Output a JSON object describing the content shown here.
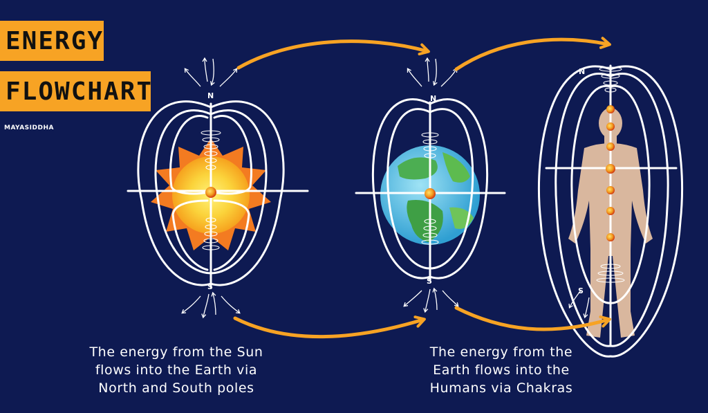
{
  "title": {
    "line1": "ENERGY",
    "line2": "FLOWCHART"
  },
  "brand": "MAYASIDDHA",
  "captions": {
    "sun_earth": [
      "The energy from the Sun",
      "flows into the Earth via",
      "North and South poles"
    ],
    "earth_humans": [
      "The energy from the",
      "Earth flows into the",
      "Humans via Chakras"
    ]
  },
  "poles": {
    "north": "N",
    "south": "S"
  },
  "colors": {
    "background": "#0e1a52",
    "accent": "#f7a324",
    "field_lines": "#ffffff",
    "skin": "#d9b79e",
    "chakra": "#f29a1e"
  },
  "icons": [
    "sun-icon",
    "earth-icon",
    "human-body-icon",
    "arrow-right-icon"
  ]
}
